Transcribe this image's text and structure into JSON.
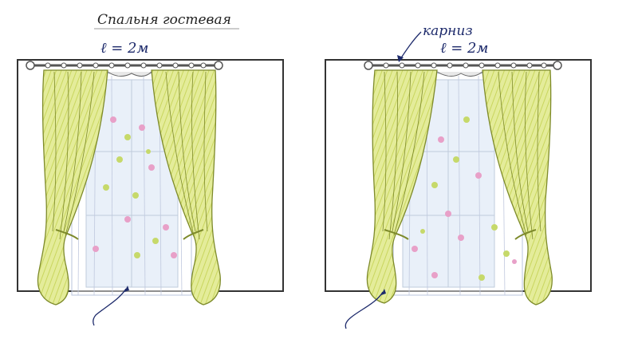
{
  "title": "Спальня гостевая",
  "left_sketch": {
    "length_label": "ℓ = 2м"
  },
  "right_sketch": {
    "cornice_label": "карниз",
    "length_label": "ℓ = 2м"
  },
  "colors": {
    "curtain_fill": "#dfe98a",
    "curtain_stroke": "#7d8a2a",
    "window_blue": "#d7e3f4",
    "ink": "#1d2a6b",
    "frame": "#333333",
    "flower_pink": "#e8a0c8",
    "flower_green": "#c6d96a"
  }
}
